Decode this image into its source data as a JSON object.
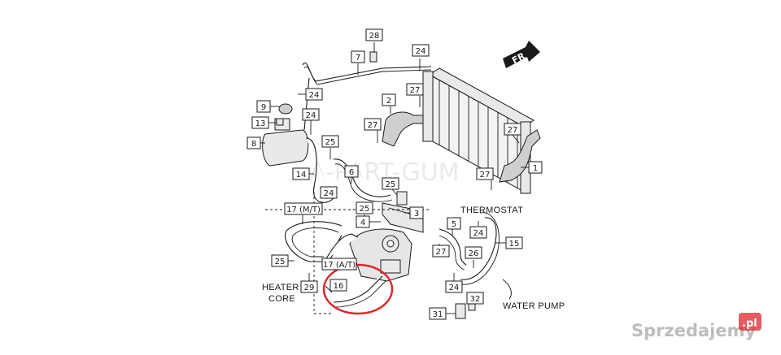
{
  "diagram": {
    "callouts": [
      {
        "id": "c28",
        "text": "28"
      },
      {
        "id": "c7",
        "text": "7"
      },
      {
        "id": "c24a",
        "text": "24"
      },
      {
        "id": "c24b",
        "text": "24"
      },
      {
        "id": "c9",
        "text": "9"
      },
      {
        "id": "c24c",
        "text": "24"
      },
      {
        "id": "c13",
        "text": "13"
      },
      {
        "id": "c8",
        "text": "8"
      },
      {
        "id": "c25a",
        "text": "25"
      },
      {
        "id": "c14",
        "text": "14"
      },
      {
        "id": "c6",
        "text": "6"
      },
      {
        "id": "c24d",
        "text": "24"
      },
      {
        "id": "c25b",
        "text": "25"
      },
      {
        "id": "c25c",
        "text": "25"
      },
      {
        "id": "c3",
        "text": "3"
      },
      {
        "id": "c4",
        "text": "4"
      },
      {
        "id": "c2",
        "text": "2"
      },
      {
        "id": "c27a",
        "text": "27"
      },
      {
        "id": "c27b",
        "text": "27"
      },
      {
        "id": "c27c",
        "text": "27"
      },
      {
        "id": "c27d",
        "text": "27"
      },
      {
        "id": "c1",
        "text": "1"
      },
      {
        "id": "c17mt",
        "text": "17 (M/T)"
      },
      {
        "id": "c5",
        "text": "5"
      },
      {
        "id": "c24e",
        "text": "24"
      },
      {
        "id": "c15",
        "text": "15"
      },
      {
        "id": "c27e",
        "text": "27"
      },
      {
        "id": "c26",
        "text": "26"
      },
      {
        "id": "c25d",
        "text": "25"
      },
      {
        "id": "c17at",
        "text": "17 (A/T)"
      },
      {
        "id": "c16",
        "text": "16"
      },
      {
        "id": "c29",
        "text": "29"
      },
      {
        "id": "c24f",
        "text": "24"
      },
      {
        "id": "c32",
        "text": "32"
      },
      {
        "id": "c31",
        "text": "31"
      }
    ],
    "labels": {
      "thermostat": "THERMOSTAT",
      "heater_core_1": "HEATER",
      "heater_core_2": "CORE",
      "water_pump": "WATER PUMP",
      "front": "FR"
    },
    "watermark": "A-PART-GUM",
    "brand": "Sprzedajemy",
    "brand_suffix": ".pl",
    "colors": {
      "highlight_ring": "#e0242b",
      "brand_accent": "#e0242b"
    }
  }
}
